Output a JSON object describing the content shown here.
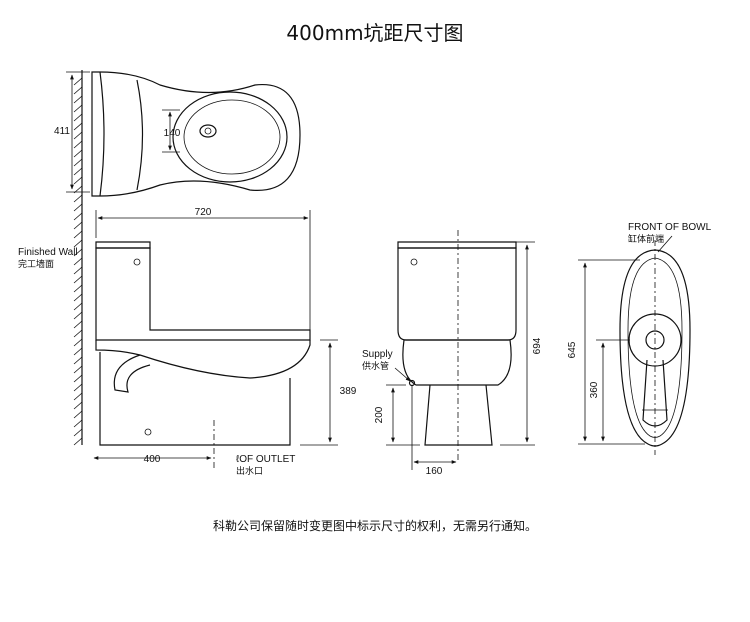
{
  "title": "400mm坑距尺寸图",
  "finished_wall": {
    "en": "Finished Wall",
    "cn": "完工墙面"
  },
  "front_of_bowl": {
    "en": "FRONT OF BOWL",
    "cn": "缸体前端"
  },
  "supply": {
    "en": "Supply",
    "cn": "供水管"
  },
  "outlet": {
    "en": "ℓOF OUTLET",
    "cn": "出水口"
  },
  "dimensions": {
    "wall_to_lid": "411",
    "hole_spacing": "140",
    "length": "720",
    "seat_height": "389",
    "rough_in": "400",
    "supply_height": "200",
    "supply_offset": "160",
    "total_height": "694",
    "bowl_length": "645",
    "outlet_to_front": "360"
  },
  "footnote": "科勒公司保留随时变更图中标示尺寸的权利，无需另行通知。"
}
